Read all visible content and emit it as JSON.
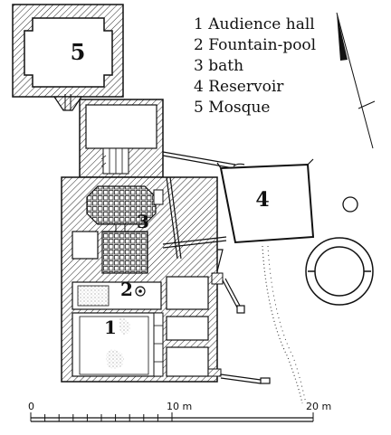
{
  "legend": {
    "items": [
      "1 Audience hall",
      "2 Fountain-pool",
      "3 bath",
      "4 Reservoir",
      "5 Mosque"
    ]
  },
  "labels": {
    "audience_hall": "1",
    "fountain_pool": "2",
    "bath": "3",
    "reservoir": "4",
    "mosque": "5"
  },
  "scale_bar": {
    "start": "0",
    "mid": "10 m",
    "end": "20 m"
  }
}
